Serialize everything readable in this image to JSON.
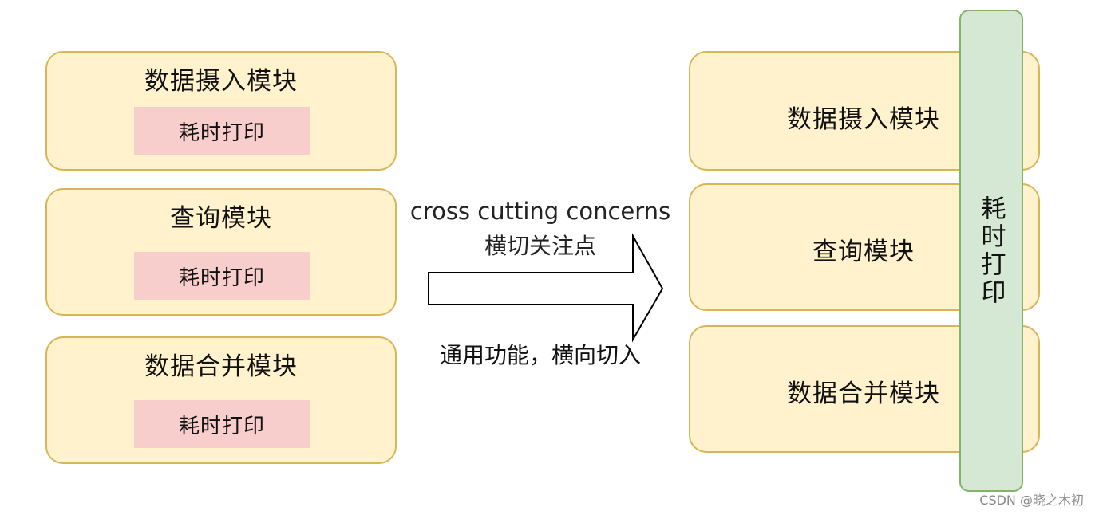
{
  "left_modules": [
    {
      "title": "数据摄入模块",
      "inner": "耗时打印"
    },
    {
      "title": "查询模块",
      "inner": "耗时打印"
    },
    {
      "title": "数据合并模块",
      "inner": "耗时打印"
    }
  ],
  "arrow": {
    "label_top_en": "cross cutting concerns",
    "label_top_zh": "横切关注点",
    "label_bottom": "通用功能，横向切入"
  },
  "right_modules": [
    {
      "title": "数据摄入模块"
    },
    {
      "title": "查询模块"
    },
    {
      "title": "数据合并模块"
    }
  ],
  "cross_bar": {
    "label": "耗时打印"
  },
  "watermark": "CSDN @晓之木初",
  "colors": {
    "module_fill": "#fff2cc",
    "module_border": "#d6b656",
    "inner_fill": "#f8cecc",
    "bar_fill": "#d5e8d4",
    "bar_border": "#82b366"
  }
}
